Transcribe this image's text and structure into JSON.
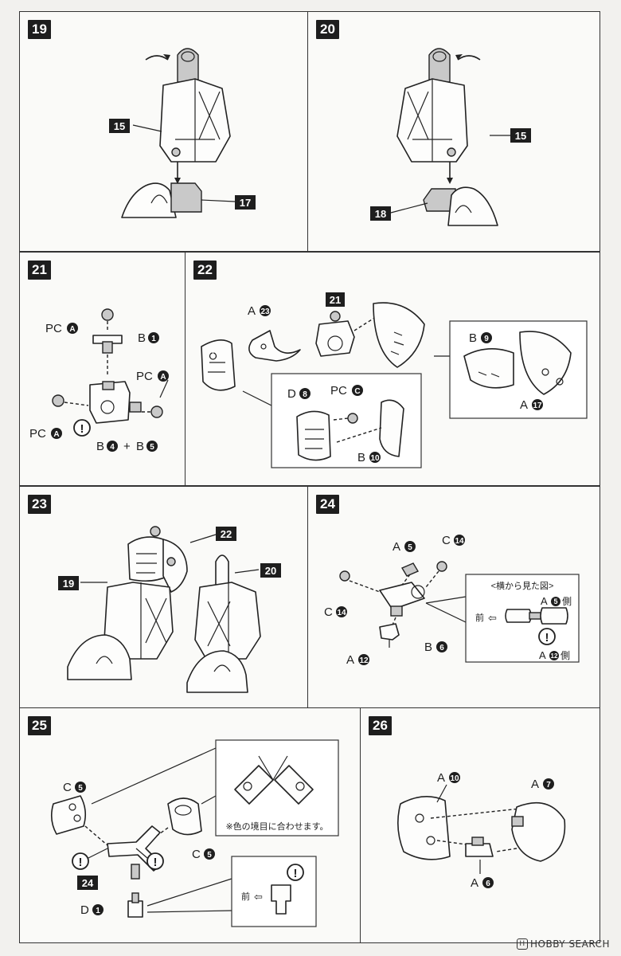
{
  "steps": {
    "s19": {
      "num": "19",
      "parts": [
        "15",
        "17"
      ]
    },
    "s20": {
      "num": "20",
      "parts": [
        "15",
        "18"
      ]
    },
    "s21": {
      "num": "21",
      "pc": "PC",
      "a": "A",
      "b": "B",
      "one": "1",
      "four": "4",
      "five": "5",
      "plus": "+"
    },
    "s22": {
      "num": "22",
      "sub": "21",
      "a": "A",
      "b": "B",
      "d": "D",
      "pc": "PC",
      "c": "C",
      "n23": "23",
      "n9": "9",
      "n17": "17",
      "n8": "8",
      "n10": "10"
    },
    "s23": {
      "num": "23",
      "parts": [
        "22",
        "19",
        "20"
      ]
    },
    "s24": {
      "num": "24",
      "a": "A",
      "b": "B",
      "c": "C",
      "n5": "5",
      "n14": "14",
      "n6": "6",
      "n12": "12",
      "side_view": "<横から見た図>",
      "front": "前",
      "side_suffix": "側"
    },
    "s25": {
      "num": "25",
      "c": "C",
      "d": "D",
      "n5": "5",
      "n1": "1",
      "sub": "24",
      "note": "※色の境目に合わせます。",
      "front": "前"
    },
    "s26": {
      "num": "26",
      "a": "A",
      "n10": "10",
      "n7": "7",
      "n6": "6"
    }
  },
  "warning_symbol": "!",
  "front_arrow_icon": "⇦",
  "watermark": {
    "logo": "H",
    "text": "HOBBY SEARCH"
  }
}
